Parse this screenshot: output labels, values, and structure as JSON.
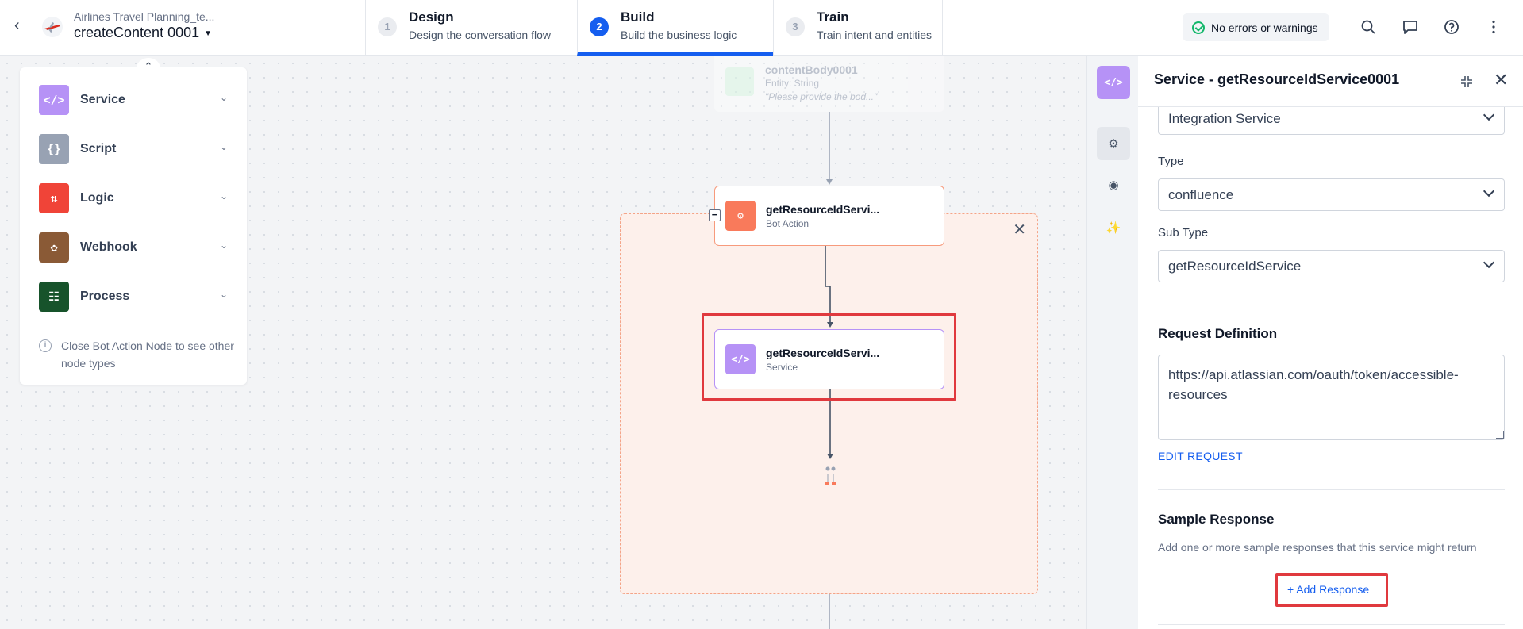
{
  "header": {
    "bot_name": "Airlines Travel Planning_te...",
    "dialog_name": "createContent 0001",
    "steps": [
      {
        "num": "1",
        "title": "Design",
        "subtitle": "Design the conversation flow"
      },
      {
        "num": "2",
        "title": "Build",
        "subtitle": "Build the business logic"
      },
      {
        "num": "3",
        "title": "Train",
        "subtitle": "Train intent and entities"
      }
    ],
    "active_step": 2,
    "status": "No errors or warnings"
  },
  "palette": {
    "items": [
      {
        "label": "Service",
        "color": "#b692f6",
        "icon": "code-icon"
      },
      {
        "label": "Script",
        "color": "#98a2b3",
        "icon": "braces-icon"
      },
      {
        "label": "Logic",
        "color": "#f04438",
        "icon": "logic-icon"
      },
      {
        "label": "Webhook",
        "color": "#8a5a36",
        "icon": "webhook-icon"
      },
      {
        "label": "Process",
        "color": "#17532b",
        "icon": "process-icon"
      }
    ],
    "note": "Close Bot Action Node to see other node types"
  },
  "canvas": {
    "ghost_node": {
      "title": "contentBody0001",
      "subtitle": "Entity: String",
      "prompt": "\"Please provide the bod...\""
    },
    "bot_action_node": {
      "title": "getResourceIdServi...",
      "subtitle": "Bot Action",
      "color": "#f97a5b"
    },
    "service_node": {
      "title": "getResourceIdServi...",
      "subtitle": "Service",
      "color": "#b692f6"
    }
  },
  "panel": {
    "title": "Service - getResourceIdService0001",
    "service_type_value": "Integration Service",
    "type_label": "Type",
    "type_value": "confluence",
    "subtype_label": "Sub Type",
    "subtype_value": "getResourceIdService",
    "request_title": "Request Definition",
    "request_url": "https://api.atlassian.com/oauth/token/accessible-resources",
    "edit_request": "EDIT REQUEST",
    "sample_title": "Sample Response",
    "sample_help": "Add one or more sample responses that this service might return",
    "add_response": "+ Add Response"
  }
}
